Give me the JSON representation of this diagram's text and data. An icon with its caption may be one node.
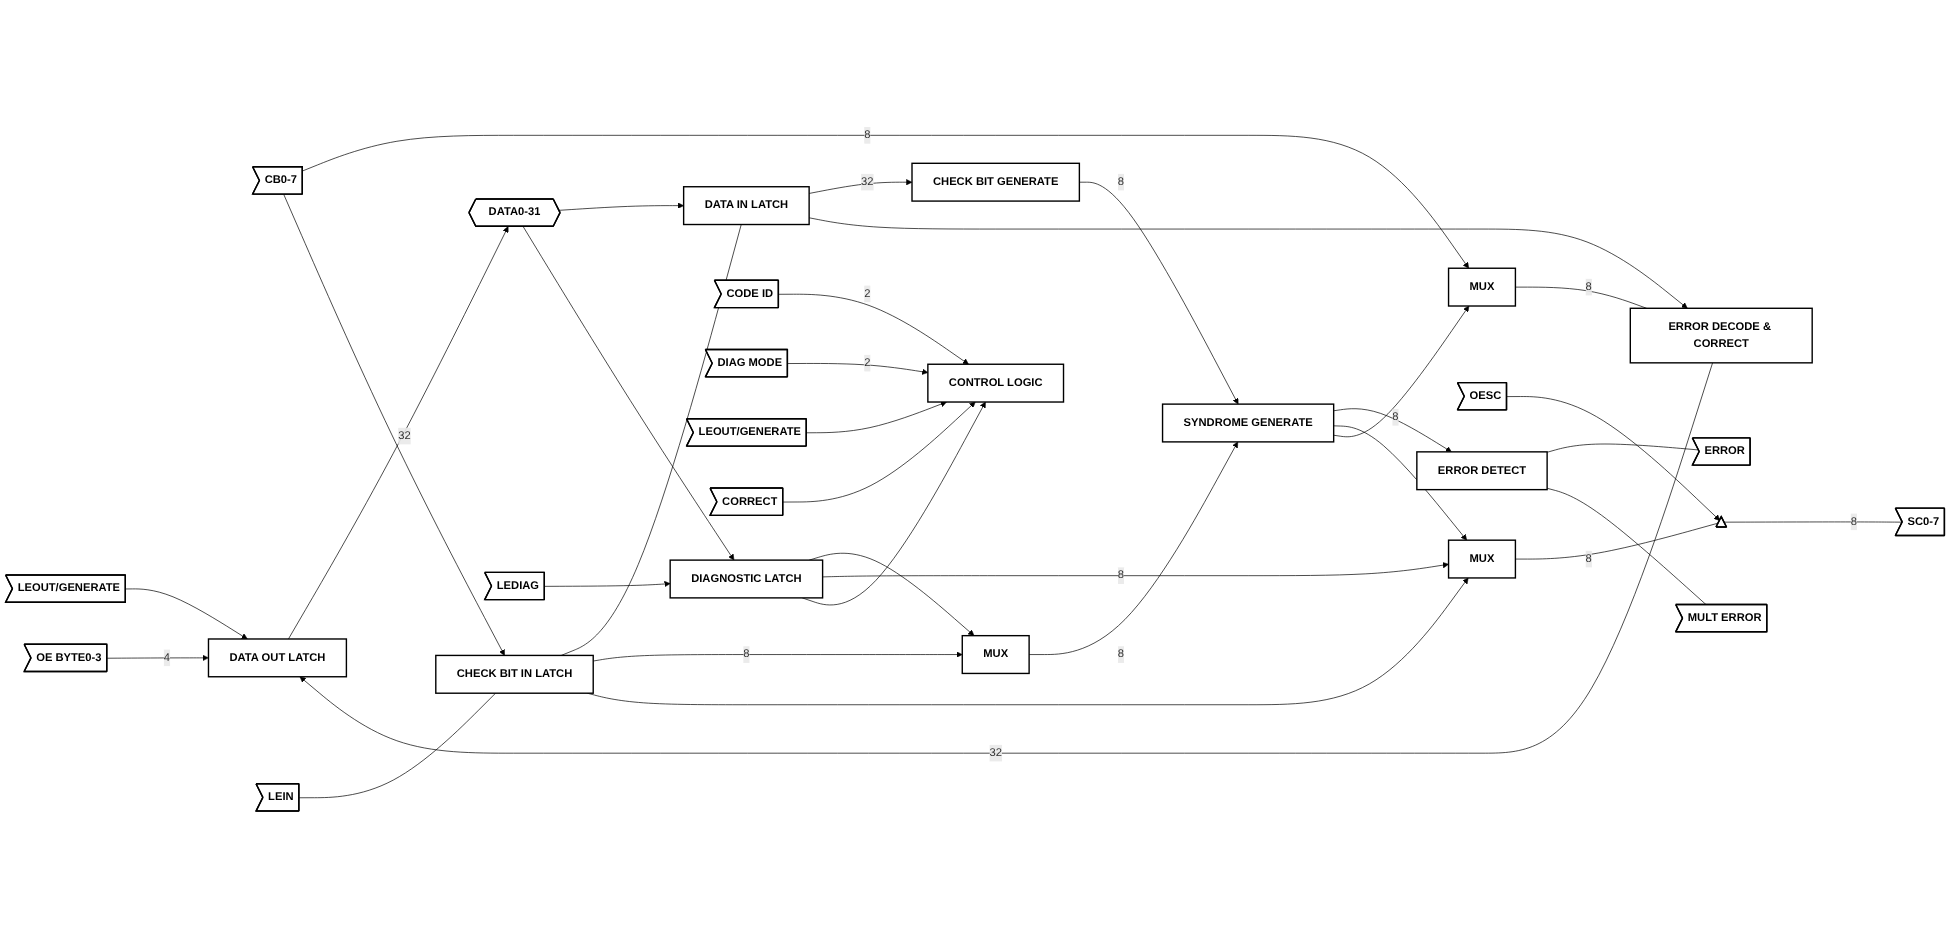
{
  "diagram": {
    "nodes": [
      {
        "text": [
          "LEOUT/GENERATE"
        ]
      },
      {
        "text": [
          "OE BYTE0-3"
        ]
      },
      {
        "text": [
          "CB0-7"
        ]
      },
      {
        "text": [
          "DATA0-31"
        ]
      },
      {
        "text": [
          "DATA OUT LATCH"
        ]
      },
      {
        "text": [
          "ERROR DECODE & CORRECT"
        ]
      },
      {
        "text": [
          "MUX"
        ]
      },
      {
        "text": [
          "DATA IN LATCH"
        ]
      },
      {
        "text": [
          "CHECK BIT GENERATE"
        ]
      },
      {
        "text": [
          "CHECK BIT IN LATCH"
        ]
      },
      {
        "text": [
          "MUX"
        ]
      },
      {
        "text": [],
        "shape": "triangle"
      },
      {
        "text": [
          "SC0-7"
        ]
      },
      {
        "text": [
          "OESC"
        ]
      },
      {
        "text": [
          "LEIN"
        ]
      },
      {
        "text": [
          "MUX"
        ]
      },
      {
        "text": [
          "SYNDROME GENERATE"
        ]
      },
      {
        "text": [
          "DIAGNOSTIC LATCH"
        ]
      },
      {
        "text": [
          "ERROR DETECT"
        ]
      },
      {
        "text": [
          "ERROR"
        ]
      },
      {
        "text": [
          "MULT ERROR"
        ]
      },
      {
        "text": [
          "LEDIAG"
        ]
      },
      {
        "text": [
          "CODE ID"
        ]
      },
      {
        "text": [
          "DIAG MODE"
        ]
      },
      {
        "text": [
          "LEOUT/GENERATE"
        ]
      },
      {
        "text": [
          "CORRECT"
        ]
      },
      {
        "text": [
          "CONTROL LOGIC"
        ]
      }
    ],
    "edges": [
      {
        "from": 0,
        "to": 4,
        "arrow": "to"
      },
      {
        "from": 1,
        "to": 4,
        "arrow": "to",
        "label": "4"
      },
      {
        "from": 2,
        "to": 6,
        "arrow": "to",
        "label": "8"
      },
      {
        "from": 2,
        "to": 9,
        "arrow": "to"
      },
      {
        "from": 4,
        "to": 3,
        "arrow": "to",
        "label": "32"
      },
      {
        "from": 3,
        "to": 7,
        "arrow": "to"
      },
      {
        "from": 3,
        "to": 17,
        "arrow": "to"
      },
      {
        "from": 5,
        "to": 4,
        "arrow": "to",
        "label": "32"
      },
      {
        "from": 6,
        "to": 5,
        "arrow": "none",
        "label": "8"
      },
      {
        "from": 7,
        "to": 8,
        "arrow": "to",
        "label": "32"
      },
      {
        "from": 7,
        "to": 5,
        "arrow": "to"
      },
      {
        "from": 14,
        "to": 9,
        "arrow": "none"
      },
      {
        "from": 9,
        "to": 7,
        "arrow": "none"
      },
      {
        "from": 9,
        "to": 15,
        "arrow": "to",
        "label": "8"
      },
      {
        "from": 9,
        "to": 10,
        "arrow": "to"
      },
      {
        "from": 17,
        "to": 15,
        "arrow": "to"
      },
      {
        "from": 17,
        "to": 10,
        "arrow": "to",
        "label": "8"
      },
      {
        "from": 15,
        "to": 16,
        "arrow": "to",
        "label": "8"
      },
      {
        "from": 8,
        "to": 16,
        "arrow": "to",
        "label": "8"
      },
      {
        "from": 16,
        "to": 18,
        "arrow": "to",
        "label": "8"
      },
      {
        "from": 16,
        "to": 10,
        "arrow": "to"
      },
      {
        "from": 16,
        "to": 6,
        "arrow": "to"
      },
      {
        "from": 10,
        "to": 11,
        "arrow": "none",
        "label": "8"
      },
      {
        "from": 11,
        "to": 12,
        "arrow": "none",
        "label": "8"
      },
      {
        "from": 13,
        "to": 11,
        "arrow": "to"
      },
      {
        "from": 18,
        "to": 19,
        "arrow": "none"
      },
      {
        "from": 18,
        "to": 20,
        "arrow": "none"
      },
      {
        "from": 21,
        "to": 17,
        "arrow": "to"
      },
      {
        "from": 17,
        "to": 26,
        "arrow": "to"
      },
      {
        "from": 22,
        "to": 26,
        "arrow": "to",
        "label": "2"
      },
      {
        "from": 23,
        "to": 26,
        "arrow": "to",
        "label": "2"
      },
      {
        "from": 24,
        "to": 26,
        "arrow": "to"
      },
      {
        "from": 25,
        "to": 26,
        "arrow": "to"
      }
    ]
  }
}
